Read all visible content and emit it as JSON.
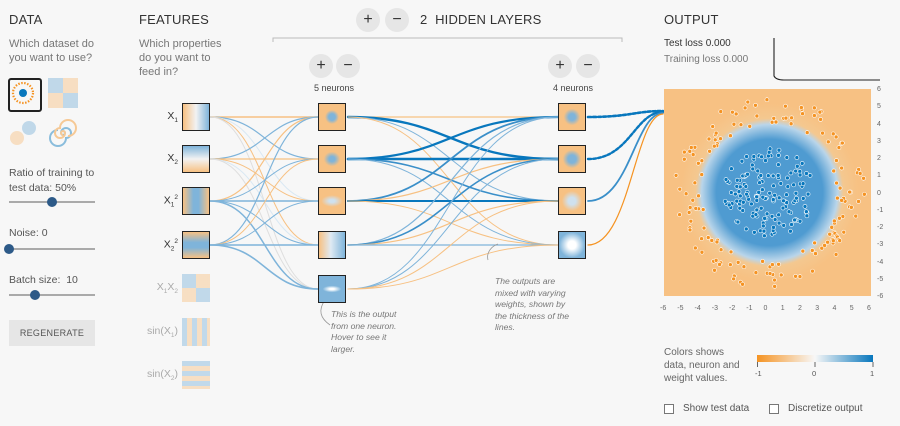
{
  "data_panel": {
    "title": "DATA",
    "question": "Which dataset do you want to use?",
    "ratio_label": "Ratio of training to test data:",
    "ratio_value": "50%",
    "ratio_fraction": 0.5,
    "noise_label": "Noise:",
    "noise_value": "0",
    "noise_fraction": 0,
    "batch_label": "Batch size:",
    "batch_value": "10",
    "batch_fraction": 0.3,
    "regenerate_label": "REGENERATE"
  },
  "features_panel": {
    "title": "FEATURES",
    "question": "Which properties do you want to feed in?",
    "features": [
      {
        "base": "X",
        "sub": "1",
        "sup": "",
        "active": true
      },
      {
        "base": "X",
        "sub": "2",
        "sup": "",
        "active": true
      },
      {
        "base": "X",
        "sub": "1",
        "sup": "2",
        "active": true
      },
      {
        "base": "X",
        "sub": "2",
        "sup": "2",
        "active": true
      },
      {
        "base": "X",
        "sub": "1",
        "sup": "",
        "extra": "X",
        "extra_sub": "2",
        "active": false
      },
      {
        "base": "sin(X",
        "sub": "1",
        "sup": "",
        "close": ")",
        "active": false
      },
      {
        "base": "sin(X",
        "sub": "2",
        "sup": "",
        "close": ")",
        "active": false
      }
    ]
  },
  "network": {
    "layers_count": "2",
    "layers_label": "HIDDEN LAYERS",
    "layer1_neurons": "5 neurons",
    "layer2_neurons": "4 neurons",
    "plus_symbol": "+",
    "minus_symbol": "−",
    "note_left": "This is the output from one neuron. Hover to see it larger.",
    "note_right": "The outputs are mixed with varying weights, shown by the thickness of the lines."
  },
  "output_panel": {
    "title": "OUTPUT",
    "test_loss_label": "Test loss",
    "test_loss_value": "0.000",
    "training_loss_label": "Training loss",
    "training_loss_value": "0.000",
    "axis_ticks": [
      "-6",
      "-5",
      "-4",
      "-3",
      "-2",
      "-1",
      "0",
      "1",
      "2",
      "3",
      "4",
      "5",
      "6"
    ],
    "y_ticks": [
      "6",
      "5",
      "4",
      "3",
      "2",
      "1",
      "0",
      "-1",
      "-2",
      "-3",
      "-4",
      "-5",
      "-6"
    ],
    "legend_text": "Colors shows data, neuron and weight values.",
    "legend_min": "-1",
    "legend_mid": "0",
    "legend_max": "1",
    "show_test_label": "Show test data",
    "discretize_label": "Discretize output"
  },
  "colors": {
    "orange": "#f59322",
    "blue": "#0877bd",
    "light_orange": "#f7c183",
    "light_blue": "#7fb4da"
  }
}
